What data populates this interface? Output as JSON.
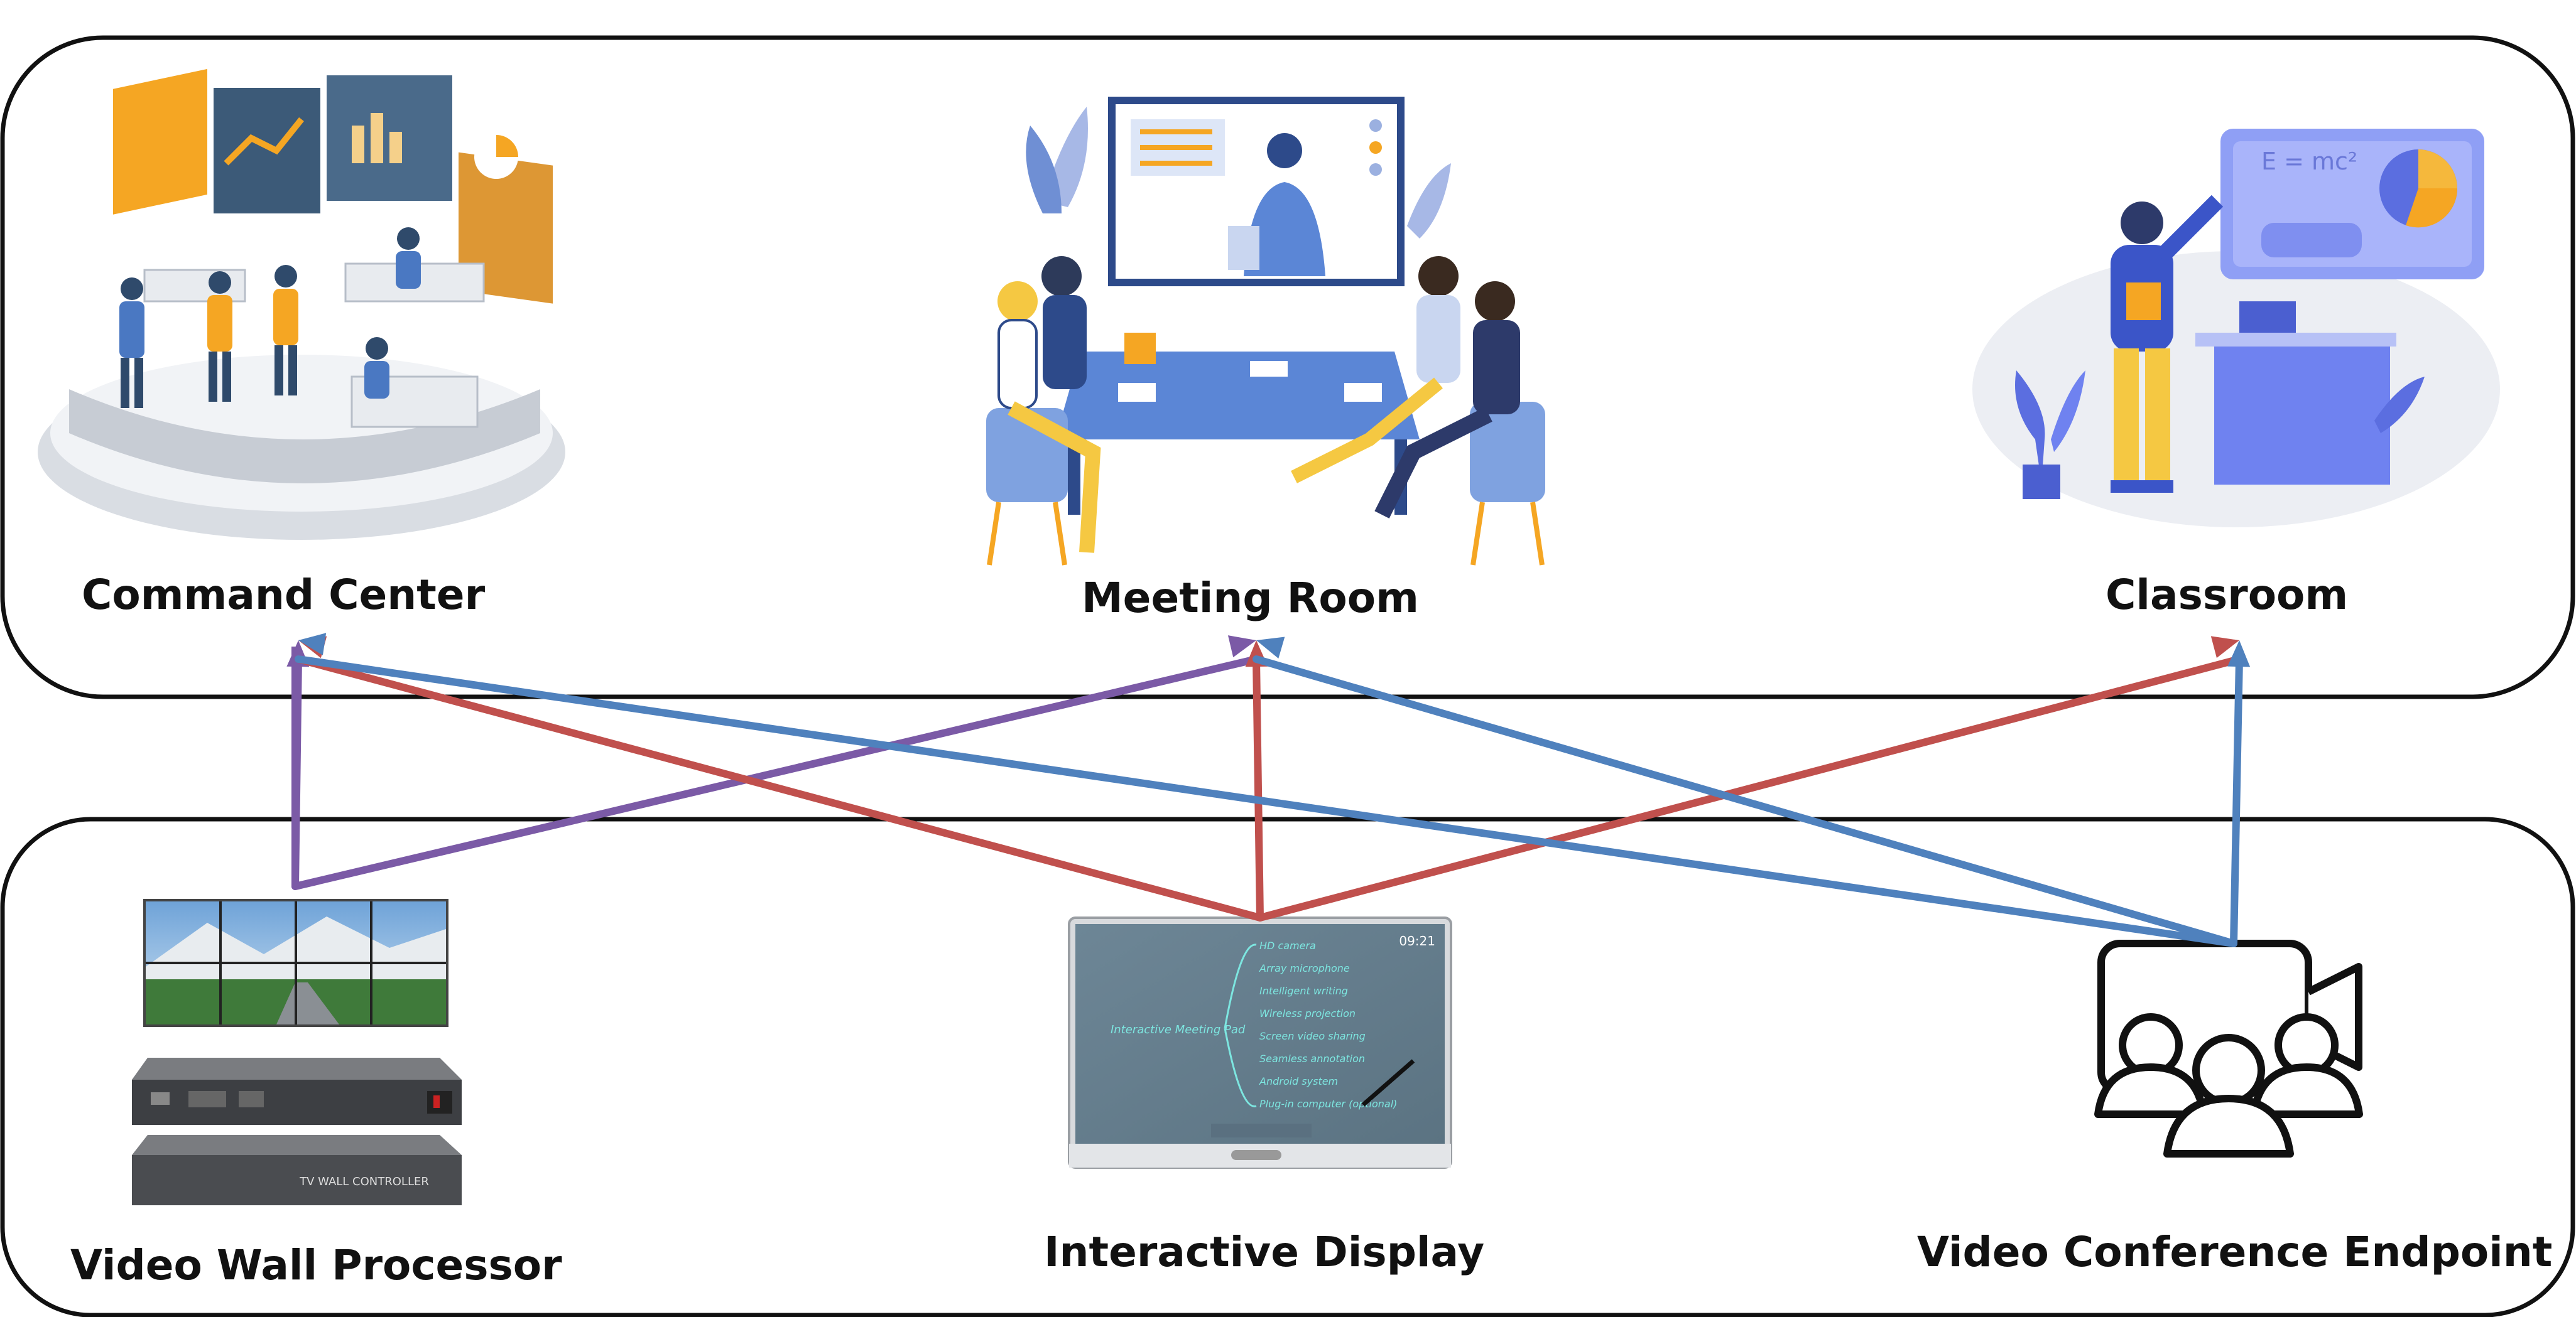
{
  "top_group": {
    "nodes": [
      {
        "id": "command_center",
        "label": "Command Center"
      },
      {
        "id": "meeting_room",
        "label": "Meeting Room"
      },
      {
        "id": "classroom",
        "label": "Classroom"
      }
    ]
  },
  "bottom_group": {
    "nodes": [
      {
        "id": "video_wall_processor",
        "label": "Video Wall Processor",
        "device_label": "TV WALL CONTROLLER"
      },
      {
        "id": "interactive_display",
        "label": "Interactive Display",
        "clock": "09:21",
        "mindmap_root": "Interactive Meeting Pad",
        "mindmap_branches": [
          "HD camera",
          "Array microphone",
          "Intelligent writing",
          "Wireless projection",
          "Screen video sharing",
          "Seamless annotation",
          "Android system",
          "Plug-in computer (optional)"
        ]
      },
      {
        "id": "video_conference_endpoint",
        "label": "Video Conference Endpoint"
      }
    ]
  },
  "connections": [
    {
      "from": "video_wall_processor",
      "to": "command_center",
      "color": "#7b5aa6"
    },
    {
      "from": "video_wall_processor",
      "to": "meeting_room",
      "color": "#7b5aa6"
    },
    {
      "from": "interactive_display",
      "to": "command_center",
      "color": "#c0504d"
    },
    {
      "from": "interactive_display",
      "to": "meeting_room",
      "color": "#c0504d"
    },
    {
      "from": "interactive_display",
      "to": "classroom",
      "color": "#c0504d"
    },
    {
      "from": "video_conference_endpoint",
      "to": "command_center",
      "color": "#4f81bd"
    },
    {
      "from": "video_conference_endpoint",
      "to": "meeting_room",
      "color": "#4f81bd"
    },
    {
      "from": "video_conference_endpoint",
      "to": "classroom",
      "color": "#4f81bd"
    }
  ],
  "colors": {
    "purple": "#7b5aa6",
    "red": "#c0504d",
    "blue": "#4f81bd"
  }
}
